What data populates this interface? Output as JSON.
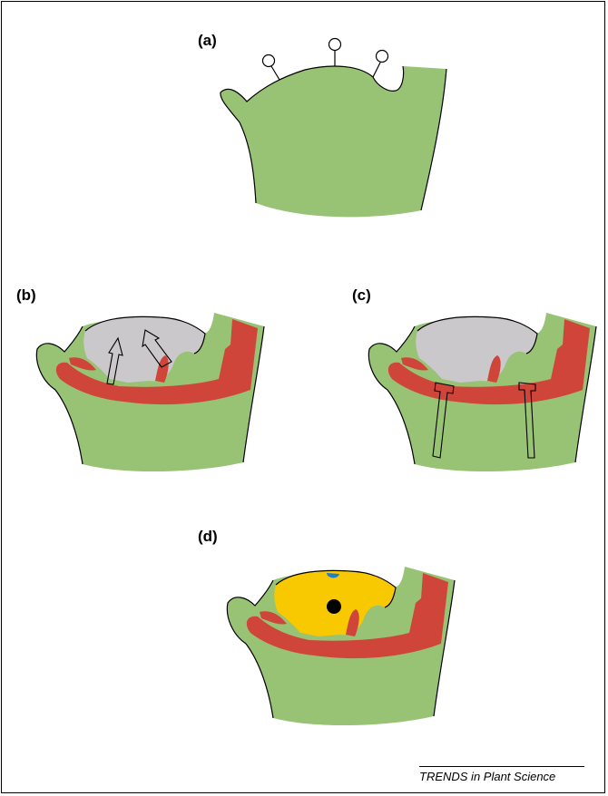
{
  "panels": {
    "a": {
      "label": "(a)"
    },
    "b": {
      "label": "(b)"
    },
    "c": {
      "label": "(c)"
    },
    "d": {
      "label": "(d)"
    }
  },
  "credit": "TRENDS in Plant Science",
  "colors": {
    "tissue_green": "#98c374",
    "red_layer": "#d0453a",
    "grey_dome": "#cbc8cc",
    "yellow_dome": "#f8c800",
    "blue_spot": "#1f7fc8",
    "black_center": "#000000",
    "outline": "#000000"
  }
}
